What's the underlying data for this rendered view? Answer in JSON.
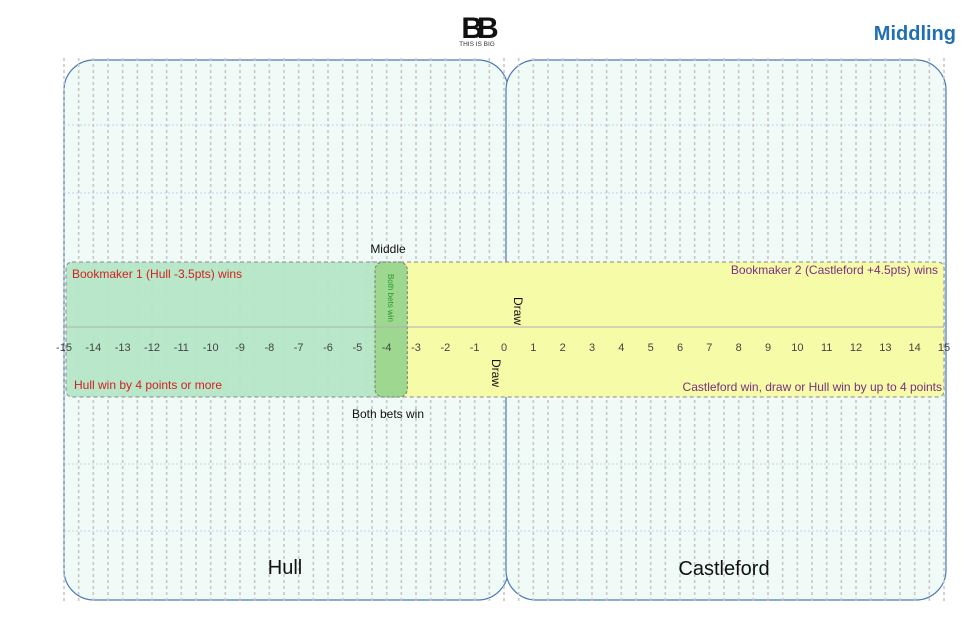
{
  "logo": {
    "mark": "BB",
    "tagline": "THIS IS BIG"
  },
  "title": "Middling",
  "axis": {
    "min": -15,
    "max": 15,
    "ticks": [
      "-15",
      "-14",
      "-13",
      "-12",
      "-11",
      "-10",
      "-9",
      "-8",
      "-7",
      "-6",
      "-5",
      "-4",
      "-3",
      "-2",
      "-1",
      "0",
      "1",
      "2",
      "3",
      "4",
      "5",
      "6",
      "7",
      "8",
      "9",
      "10",
      "11",
      "12",
      "13",
      "14",
      "15"
    ]
  },
  "teams": {
    "left": "Hull",
    "right": "Castleford"
  },
  "bets": {
    "bookmaker1": {
      "label": "Bookmaker 1 (Hull -3.5pts) wins",
      "condition": "Hull win by 4 points or more",
      "from": -15,
      "to": -3.5
    },
    "bookmaker2": {
      "label": "Bookmaker 2 (Castleford +4.5pts) wins",
      "condition": "Castleford win, draw or Hull win by up to 4 points",
      "from": -4.5,
      "to": 15
    }
  },
  "middle": {
    "title": "Middle",
    "inner_label": "Both bets win",
    "below_label": "Both bets win",
    "from": -4.5,
    "to": -3.5
  },
  "draw": {
    "label_upper": "Draw",
    "label_lower": "Draw",
    "value": 0
  },
  "colors": {
    "title": "#1f6fb2",
    "bookmaker1_text": "#d22020",
    "bookmaker2_text": "#7a3080",
    "middle_text": "#2a9a2a",
    "team_panel_fill": "#f0faf7",
    "team_panel_stroke": "#4a7ab8",
    "bookmaker1_fill": "#b4e6c6",
    "bookmaker2_fill": "#f6fba8",
    "middle_fill": "#9ed890",
    "grid_vertical": "#c8c8c8",
    "grid_horizontal": "#a8c8e8",
    "tick_text": "#444444"
  }
}
